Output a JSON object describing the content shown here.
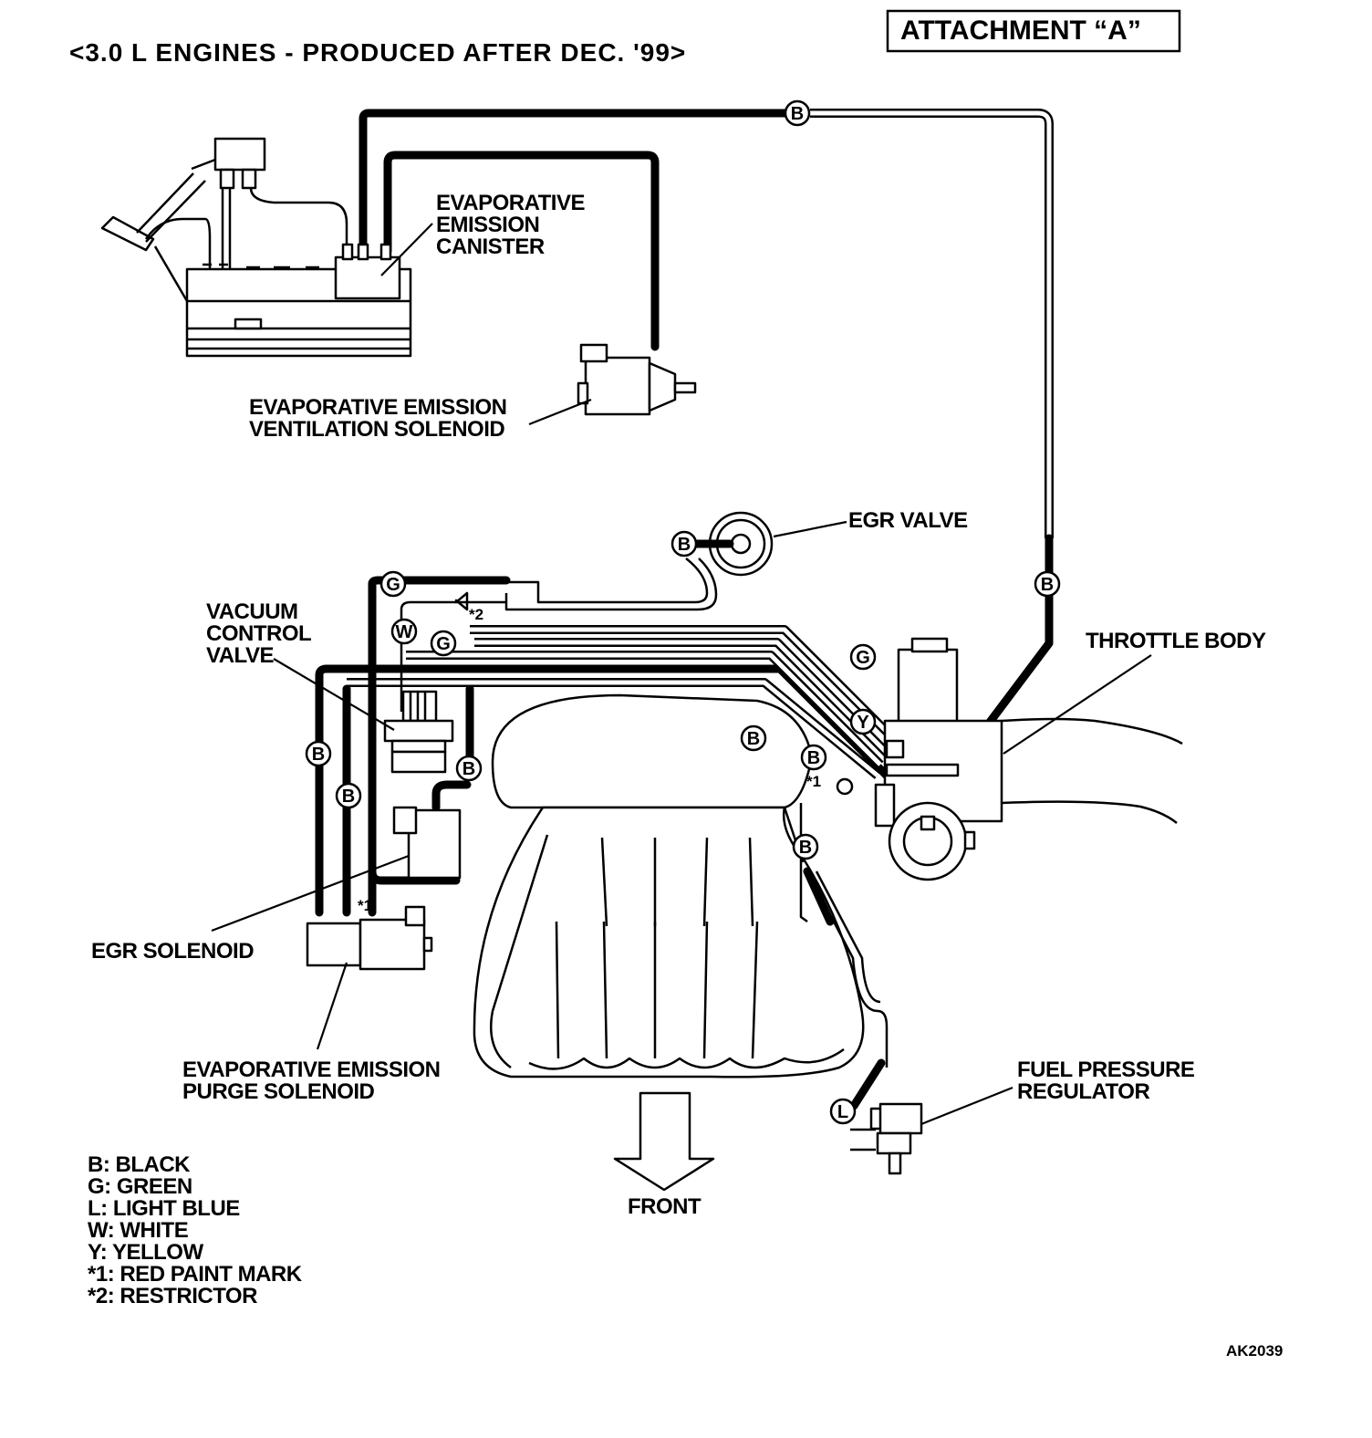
{
  "header": {
    "title": "<3.0 L ENGINES - PRODUCED AFTER DEC. '99>",
    "attachment": "ATTACHMENT “A”"
  },
  "labels": {
    "canister": [
      "EVAPORATIVE",
      "EMISSION",
      "CANISTER"
    ],
    "vent_solenoid": [
      "EVAPORATIVE EMISSION",
      "VENTILATION SOLENOID"
    ],
    "egr_valve": "EGR VALVE",
    "vacuum_control_valve": [
      "VACUUM",
      "CONTROL",
      "VALVE"
    ],
    "throttle_body": "THROTTLE BODY",
    "egr_solenoid": "EGR SOLENOID",
    "purge_solenoid": [
      "EVAPORATIVE EMISSION",
      "PURGE SOLENOID"
    ],
    "fuel_pressure_regulator": [
      "FUEL PRESSURE",
      "REGULATOR"
    ],
    "front": "FRONT",
    "mark1": "*1",
    "mark2": "*2"
  },
  "hose_color_badges": {
    "black": "B",
    "green": "G",
    "light_blue": "L",
    "white": "W",
    "yellow": "Y"
  },
  "legend": [
    "B: BLACK",
    "G: GREEN",
    "L: LIGHT BLUE",
    "W: WHITE",
    "Y: YELLOW",
    "*1: RED PAINT MARK",
    "*2: RESTRICTOR"
  ],
  "figure_code": "AK2039"
}
